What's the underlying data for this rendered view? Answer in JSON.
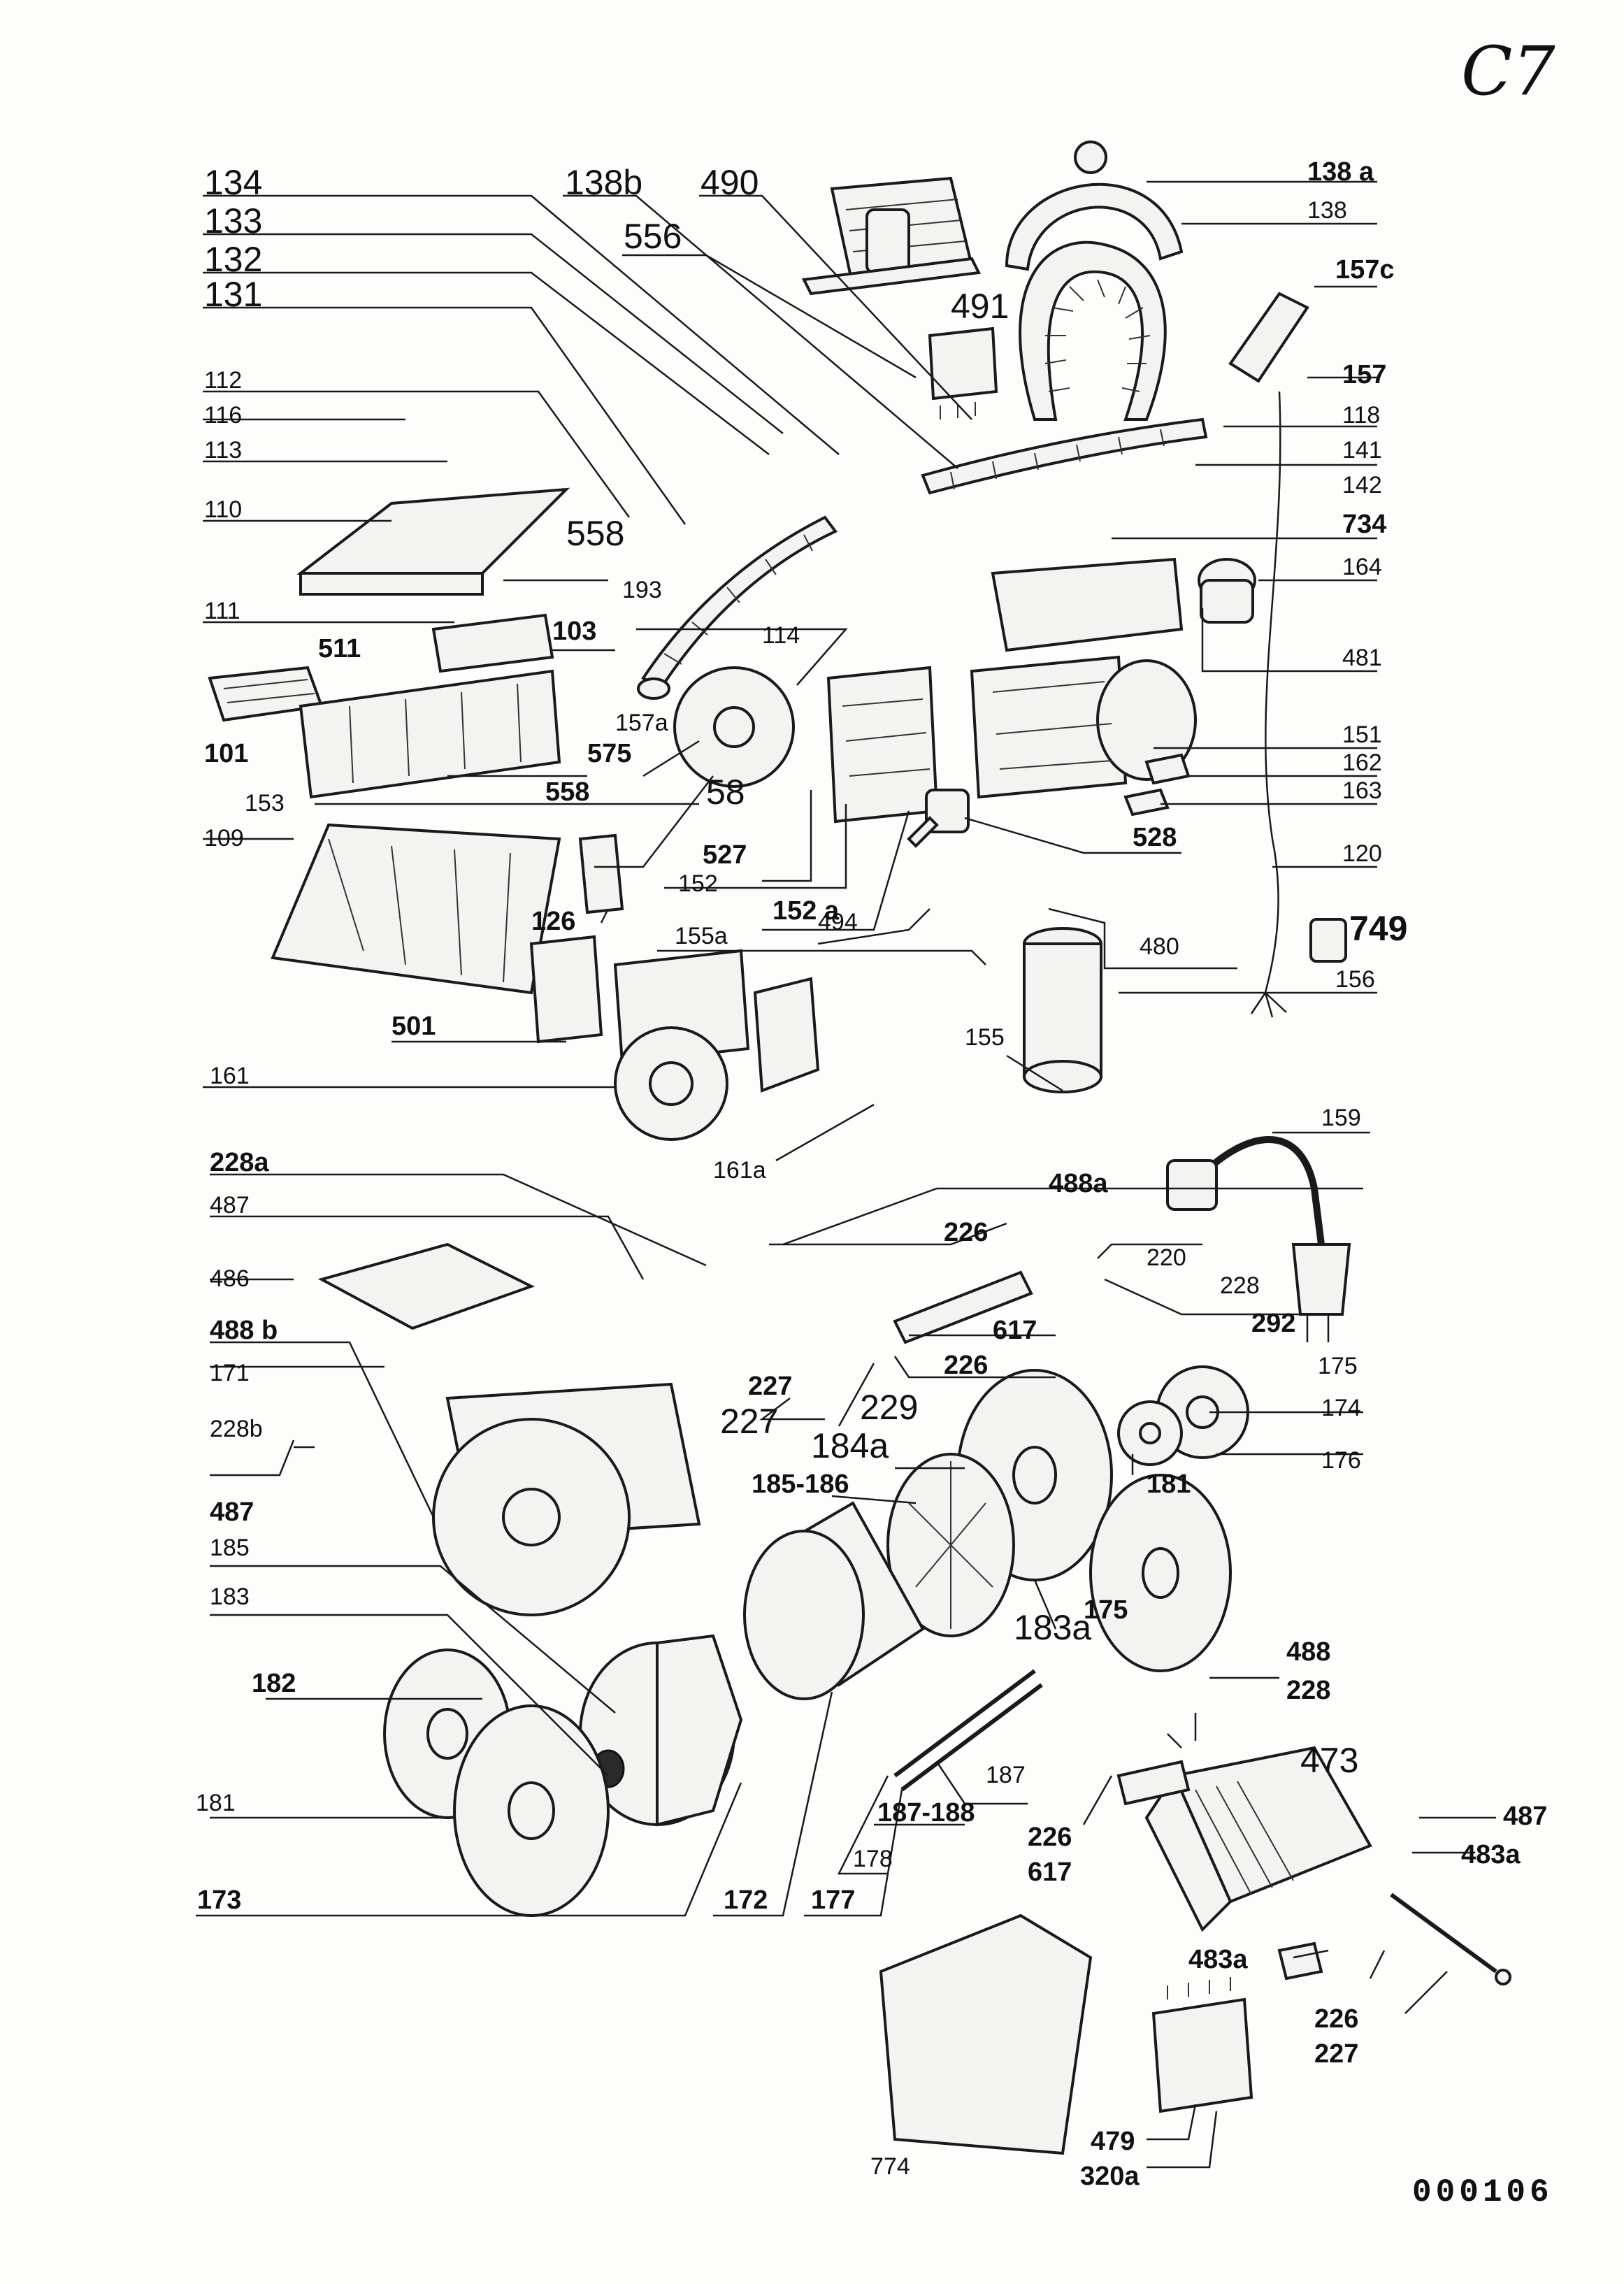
{
  "sheet": {
    "corner_mark": "C7",
    "drawing_code": "000106"
  },
  "labels": {
    "l134": "134",
    "l133": "133",
    "l132": "132",
    "l131": "131",
    "l138b": "138b",
    "l490": "490",
    "l556": "556",
    "l491": "491",
    "l138a": "138 a",
    "l138": "138",
    "l157c": "157c",
    "l157": "157",
    "l118": "118",
    "l141": "141",
    "l142": "142",
    "l734": "734",
    "l164": "164",
    "l481": "481",
    "l151": "151",
    "l162": "162",
    "l163": "163",
    "l120": "120",
    "l749": "749",
    "l156": "156",
    "l112": "112",
    "l116": "116",
    "l113": "113",
    "l110": "110",
    "l558a": "558",
    "l193": "193",
    "l111": "111",
    "l103": "103",
    "l511": "511",
    "l114": "114",
    "l101": "101",
    "l157a": "157a",
    "l575": "575",
    "l558b": "558",
    "l153": "153",
    "l58": "58",
    "l527": "527",
    "l152": "152",
    "l152a": "152 a",
    "l528": "528",
    "l109": "109",
    "l126": "126",
    "l155a": "155a",
    "l494": "494",
    "l480": "480",
    "l501": "501",
    "l155": "155",
    "l161": "161",
    "l161a": "161a",
    "l159": "159",
    "l228a": "228a",
    "l488a": "488a",
    "l487a": "487",
    "l226a": "226",
    "l220": "220",
    "l228c": "228",
    "l486": "486",
    "l617a": "617",
    "l292": "292",
    "l488b": "488 b",
    "l226b": "226",
    "l175a": "175",
    "l171": "171",
    "l227a": "227",
    "l227b": "227",
    "l229": "229",
    "l174": "174",
    "l228b": "228b",
    "l184a": "184a",
    "l176": "176",
    "l487b": "487",
    "l185186": "185-186",
    "l181a": "181",
    "l185": "185",
    "l175b": "175",
    "l183": "183",
    "l183a": "183a",
    "l182": "182",
    "l488": "488",
    "l228d": "228",
    "l473": "473",
    "l187": "187",
    "l181b": "181",
    "l187188": "187-188",
    "l226c": "226",
    "l617b": "617",
    "l487c": "487",
    "l483a1": "483a",
    "l178": "178",
    "l173": "173",
    "l172": "172",
    "l177": "177",
    "l483a2": "483a",
    "l226d": "226",
    "l227c": "227",
    "l479": "479",
    "l320a": "320a",
    "l774": "774"
  }
}
